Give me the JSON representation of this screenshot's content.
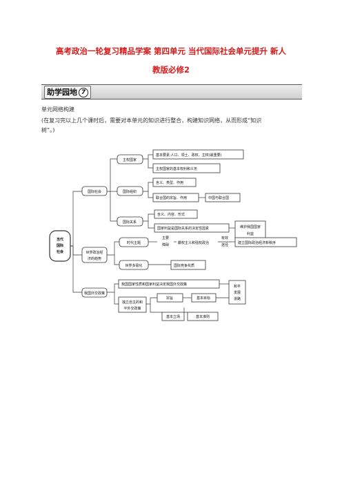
{
  "header": {
    "title_line1": "高考政治一轮复习精品学案 第四单元 当代国际社会单元提升 新人",
    "title_line2": "教版必修2"
  },
  "banner": {
    "label": "助学园地",
    "number": "7"
  },
  "section": {
    "heading": "单元网络构建",
    "intro_line1": "(在复习完以上几个课时后，需要对本单元的知识进行整合，构建知识网络，从而形成“知识",
    "intro_line2": "树”。)"
  },
  "mindmap": {
    "root": [
      "当代",
      "国际",
      "社会"
    ],
    "guoji_shehui": "国际社会",
    "zhuquan_guojia": "主权国家",
    "jiben_yaosu": "基本要素:人口、领土、政权、主权(最重要)",
    "quanli_yiwu": "主权国家的基本权利和义务",
    "guoji_zuzhi": "国际组织",
    "hanyi_leixing": "含义、类型、作用",
    "lianheguo": "联合国的宗旨、作用",
    "zhongguo_lhg": "中国与联合国",
    "guoji_guanxi": "国际关系",
    "hanyi_neirong": "含义、内容、形式",
    "jueding_yinsu": "国家利益是国际关系的决定性因素",
    "weihu_liyi": [
      "维护我国国家",
      "利益"
    ],
    "shijie_qushi": [
      "世界政治经",
      "济的趋势"
    ],
    "shidai_zhuti": "时代主题",
    "zhuyao": "主要",
    "zhangai": "障碍",
    "baquan": "霸权主义和强权政治",
    "youxiao": "有效",
    "tujing": "途径",
    "xin_zhixu": "建立国际政治经济新秩序",
    "duojihua": "世界多极化",
    "jingzheng": "国际竞争实质",
    "waijiao_zhengce": "我国外交政策",
    "xingzhi_liyi": "我国国家性质和国家利益决定我国外交政策",
    "duli_zizhu": [
      "独立自主的和",
      "平外交政策"
    ],
    "zongzhi": "宗旨",
    "jiben_mubiao": "基本目标",
    "jiben_lichang": "基本立场",
    "jiben_zhunze": "基本准则",
    "heping_fazhan": [
      "和平",
      "发展",
      "道路"
    ]
  }
}
